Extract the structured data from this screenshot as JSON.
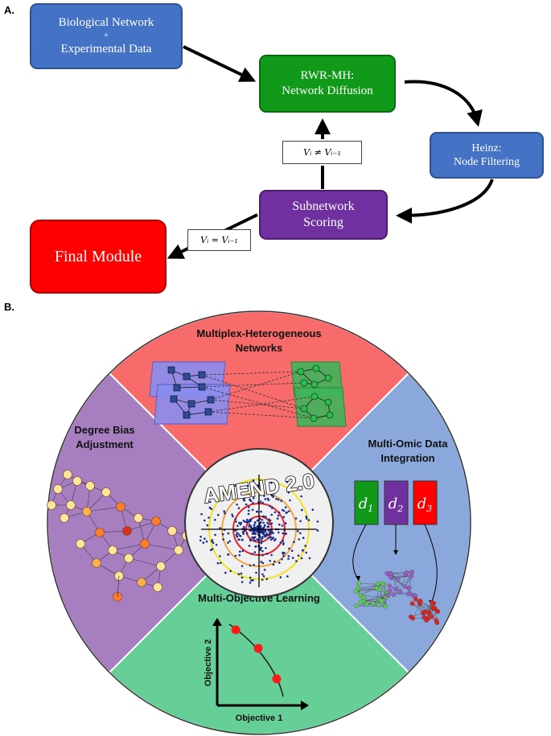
{
  "panel_a": {
    "label": "A.",
    "input_box": {
      "line1": "Biological Network",
      "line2": "+",
      "line3": "Experimental Data",
      "color": "#4472c4"
    },
    "diffusion_box": {
      "line1": "RWR-MH:",
      "line2": "Network Diffusion",
      "color": "#119a1a"
    },
    "filter_box": {
      "line1": "Heinz:",
      "line2": "Node Filtering",
      "color": "#4472c4"
    },
    "scoring_box": {
      "line1": "Subnetwork",
      "line2": "Scoring",
      "color": "#7030a0"
    },
    "final_box": {
      "label": "Final Module",
      "color": "#ff0000"
    },
    "cond_not_equal": "Vᵢ ≠ Vᵢ₋₁",
    "cond_equal": "Vᵢ = Vᵢ₋₁"
  },
  "panel_b": {
    "label": "B.",
    "top_section": {
      "line1": "Multiplex-Heterogeneous",
      "line2": "Networks",
      "color": "#f86b6b"
    },
    "left_section": {
      "line1": "Degree Bias",
      "line2": "Adjustment",
      "color": "#a77fc0"
    },
    "right_section": {
      "line1": "Multi-Omic Data",
      "line2": "Integration",
      "color": "#8ba8dc"
    },
    "bottom_section": {
      "line1": "Multi-Objective Learning",
      "color": "#66cf97"
    },
    "center_title": "AMEND 2.0",
    "data_boxes": [
      {
        "letter": "d",
        "sub": "1",
        "color": "#119a1a"
      },
      {
        "letter": "d",
        "sub": "2",
        "color": "#7030a0"
      },
      {
        "letter": "d",
        "sub": "3",
        "color": "#ff0000"
      }
    ],
    "pareto_plot": {
      "xlabel": "Objective 1",
      "ylabel": "Objective 2"
    }
  }
}
